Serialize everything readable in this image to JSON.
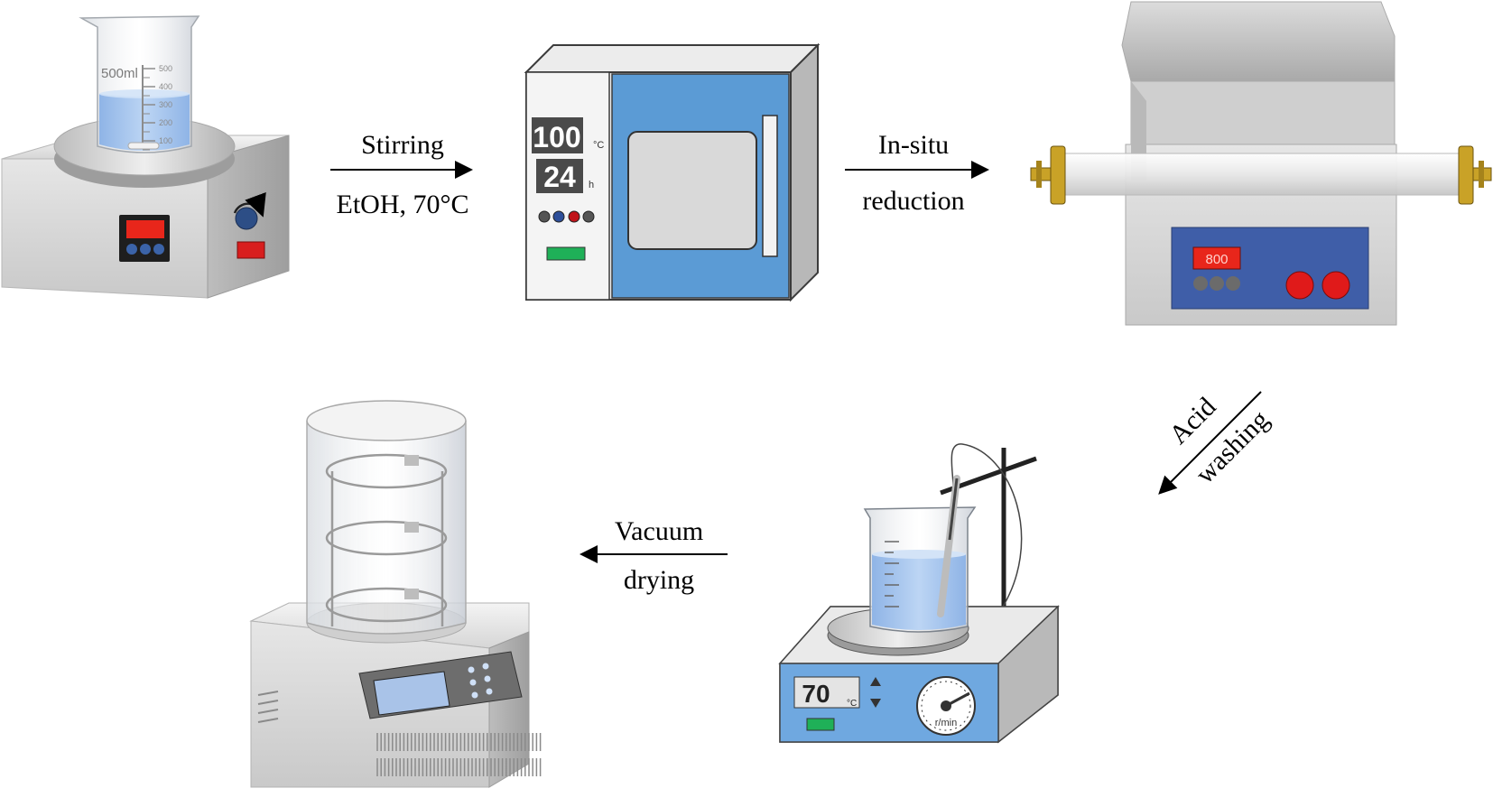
{
  "steps": {
    "stirring": {
      "label_top": "Stirring",
      "label_bottom": "EtOH, 70°C"
    },
    "reduction": {
      "label_top": "In-situ",
      "label_bottom": "reduction"
    },
    "washing": {
      "label_top": "Acid",
      "label_bottom": "washing"
    },
    "drying": {
      "label_top": "Vacuum",
      "label_bottom": "drying"
    }
  },
  "beaker": {
    "volume_label": "500ml",
    "graduations": [
      "500",
      "400",
      "300",
      "200",
      "100"
    ]
  },
  "oven": {
    "temperature": "100",
    "temperature_unit": "°C",
    "time": "24",
    "time_unit": "h"
  },
  "tube_furnace": {
    "display": "800"
  },
  "hotplate_stirrer": {
    "temperature": "70",
    "temperature_unit": "°C",
    "dial_unit": "r/min"
  },
  "colors": {
    "oven_door": "#5b9bd5",
    "display_red": "#e8261b",
    "panel_blue": "#3f5ea8",
    "liquid": "#a8c8ef"
  }
}
